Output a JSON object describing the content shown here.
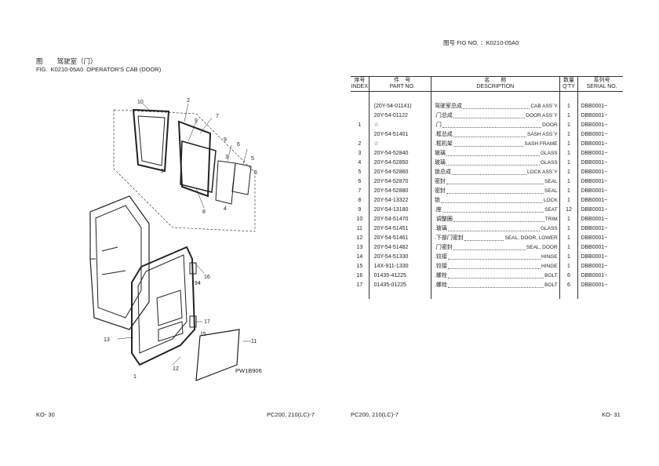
{
  "figure": {
    "label_zh": "图",
    "label_en": "FIG.",
    "code": "K0210-05A0",
    "title_zh": "驾驶室（门）",
    "title_en": "OPERATOR'S CAB (DOOR)",
    "diagram_code": "PW1B906",
    "callouts": [
      "10",
      "2",
      "9",
      "7",
      "9",
      "3",
      "6",
      "5",
      "5",
      "9",
      "8",
      "4",
      "16",
      "14",
      "17",
      "15",
      "13",
      "11",
      "12",
      "1"
    ]
  },
  "right_header": "图号 FIG NO. ：K0210-05A0",
  "footer": {
    "left_page": "KO- 30",
    "left_model": "PC200, 210(LC)-7",
    "right_model": "PC200, 210(LC)-7",
    "right_page": "KO- 31"
  },
  "table": {
    "headers": {
      "index_zh": "序号",
      "index_en": "INDEX",
      "part_zh": "件　号",
      "part_en": "PART NO.",
      "desc_zh": "名　　称",
      "desc_en": "DESCRIPTION",
      "qty_zh": "数量",
      "qty_en": "Q'TY",
      "serial_zh": "系列号",
      "serial_en": "SERIAL NO."
    },
    "rows": [
      {
        "index": "",
        "part": "(20Y-54-01141)",
        "desc_zh": "驾驶室总成",
        "desc_en": "CAB ASS`Y",
        "qty": "1",
        "serial": "DBB0001~"
      },
      {
        "index": "",
        "part": "20Y-54-01122",
        "desc_zh": ".门总成",
        "desc_en": "DOOR ASS`Y",
        "qty": "1",
        "serial": "DBB0001~"
      },
      {
        "index": "1",
        "part": "☆",
        "desc_zh": ".门",
        "desc_en": "DOOR",
        "qty": "1",
        "serial": "DBB0001~"
      },
      {
        "index": "",
        "part": "20Y-54-51401",
        "desc_zh": ".框总成",
        "desc_en": "SASH ASS`Y",
        "qty": "1",
        "serial": "DBB0001~"
      },
      {
        "index": "2",
        "part": "☆",
        "desc_zh": ".框机架",
        "desc_en": "SASH FRAME",
        "qty": "1",
        "serial": "DBB0001~"
      },
      {
        "index": "3",
        "part": "20Y-54-52840",
        "desc_zh": "玻璃",
        "desc_en": "GLASS",
        "qty": "1",
        "serial": "DBB0001~"
      },
      {
        "index": "4",
        "part": "20Y-54-52850",
        "desc_zh": "玻璃",
        "desc_en": "GLASS",
        "qty": "1",
        "serial": "DBB0001~"
      },
      {
        "index": "5",
        "part": "20Y-54-52860",
        "desc_zh": "锁总成",
        "desc_en": "LOCK ASS`Y",
        "qty": "1",
        "serial": "DBB0001~"
      },
      {
        "index": "6",
        "part": "20Y-54-52870",
        "desc_zh": "密封",
        "desc_en": "SEAL",
        "qty": "1",
        "serial": "DBB0001~"
      },
      {
        "index": "7",
        "part": "20Y-54-52880",
        "desc_zh": "密封",
        "desc_en": "SEAL",
        "qty": "1",
        "serial": "DBB0001~"
      },
      {
        "index": "8",
        "part": "20Y-54-13322",
        "desc_zh": "锁",
        "desc_en": "LOCK",
        "qty": "1",
        "serial": "DBB0001~"
      },
      {
        "index": "9",
        "part": "20Y-54-13180",
        "desc_zh": ".座",
        "desc_en": "SEAT",
        "qty": "12",
        "serial": "DBB0001~"
      },
      {
        "index": "10",
        "part": "20Y-54-51470",
        "desc_zh": ".调整圈",
        "desc_en": "TRIM",
        "qty": "1",
        "serial": "DBB0001~"
      },
      {
        "index": "11",
        "part": "20Y-54-51451",
        "desc_zh": ".玻璃",
        "desc_en": "GLASS",
        "qty": "1",
        "serial": "DBB0001~"
      },
      {
        "index": "12",
        "part": "20Y-54-51461",
        "desc_zh": ".下部门密封",
        "desc_en": "SEAL, DOOR, LOWER",
        "qty": "1",
        "serial": "DBB0001~"
      },
      {
        "index": "13",
        "part": "20Y-54-51482",
        "desc_zh": ".门密封",
        "desc_en": "SEAL, DOOR",
        "qty": "1",
        "serial": "DBB0001~"
      },
      {
        "index": "14",
        "part": "20Y-54-51330",
        "desc_zh": ".铰接",
        "desc_en": "HINGE",
        "qty": "1",
        "serial": "DBB0001~"
      },
      {
        "index": "15",
        "part": "14X-911-1330",
        "desc_zh": ".铰接",
        "desc_en": "HINGE",
        "qty": "1",
        "serial": "DBB0001~"
      },
      {
        "index": "16",
        "part": "01435-41225",
        "desc_zh": ".螺栓",
        "desc_en": "BOLT",
        "qty": "6",
        "serial": "DBB0001~"
      },
      {
        "index": "17",
        "part": "01435-01225",
        "desc_zh": ".螺栓",
        "desc_en": "BOLT",
        "qty": "6",
        "serial": "DBB0001~"
      }
    ]
  }
}
